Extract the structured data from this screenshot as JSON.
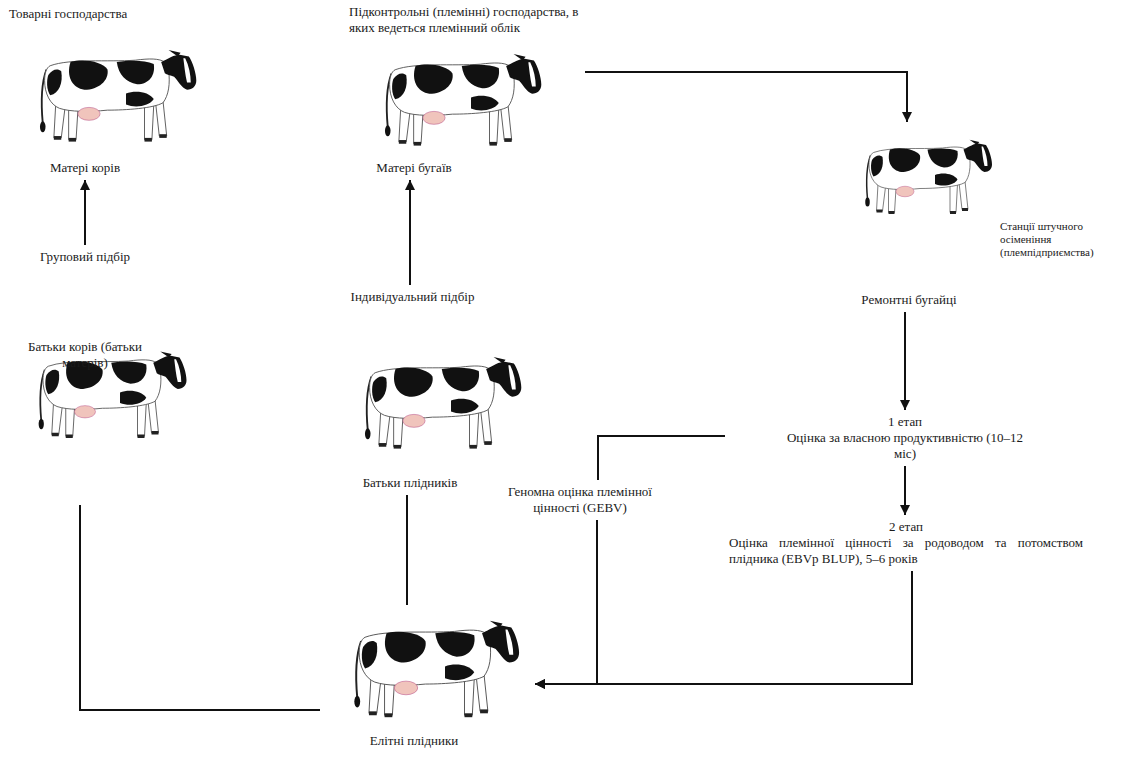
{
  "diagram": {
    "nodes": [
      {
        "text": [
          "Товарні господарства",
          "Матері корів"
        ]
      },
      {
        "text": [
          "Груповий підбір"
        ]
      },
      {
        "text": [
          "Батьки корів (батьки матерів)"
        ]
      },
      {
        "text": [
          "Підконтрольні (племінні) господарства, в яких ведеться племінний облік",
          "Матері бугаїв"
        ]
      },
      {
        "text": [
          "Індивідуальний підбір"
        ]
      },
      {
        "text": [
          "Батьки плідників"
        ]
      },
      {
        "text": [
          "Станції штучного осіменіння (племпідприємства)",
          "Ремонтні бугайці"
        ]
      },
      {
        "text": [
          "1 етап",
          "Оцінка за власною продуктивністю (10–12 міс)"
        ]
      },
      {
        "text": [
          "2 етап",
          "Оцінка племінної цінності за родоводом та потомством плідника (EBVp BLUP), 5–6 років"
        ]
      },
      {
        "text": [
          "Геномна оцінка племінної цінності (GEBV)"
        ]
      },
      {
        "text": [
          "Елітні плідники"
        ]
      }
    ],
    "edges": [
      {
        "from": 1,
        "to": 0,
        "arrow": "to"
      },
      {
        "from": 4,
        "to": 3,
        "arrow": "to"
      },
      {
        "from": 10,
        "to": 5,
        "arrow": "none"
      },
      {
        "from": 10,
        "to": 2,
        "arrow": "none"
      },
      {
        "from": 3,
        "to": 6,
        "arrow": "to"
      },
      {
        "from": 6,
        "to": 7,
        "arrow": "to"
      },
      {
        "from": 7,
        "to": 8,
        "arrow": "to"
      },
      {
        "from": 7,
        "to": 9,
        "arrow": "none"
      },
      {
        "from": 8,
        "to": 10,
        "arrow": "to"
      },
      {
        "from": 9,
        "to": 10,
        "arrow": "to"
      }
    ]
  }
}
